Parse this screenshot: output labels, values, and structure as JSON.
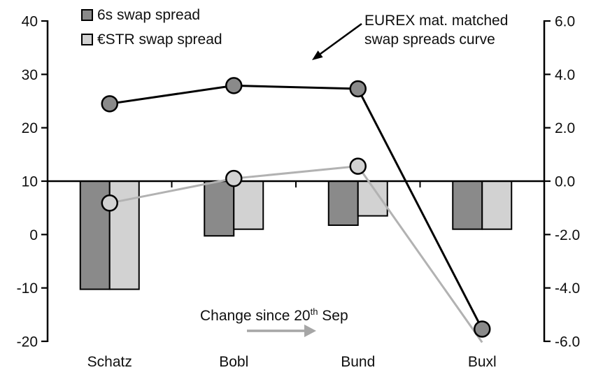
{
  "chart_data": {
    "type": "combo-bar-line",
    "categories": [
      "Schatz",
      "Bobl",
      "Bund",
      "Buxl"
    ],
    "left_axis": {
      "min": -20,
      "max": 40,
      "tick_values": [
        40,
        30,
        20,
        10,
        0,
        -10,
        -20
      ],
      "ticks": [
        "40",
        "30",
        "20",
        "10",
        "0",
        "-10",
        "-20"
      ]
    },
    "right_axis": {
      "min": -6,
      "max": 6,
      "tick_values": [
        6,
        4,
        2,
        0,
        -2,
        -4,
        -6
      ],
      "ticks": [
        "6.0",
        "4.0",
        "2.0",
        "0.0",
        "-2.0",
        "-4.0",
        "-6.0"
      ]
    },
    "axis_alignment_note": "right axis 0.0 aligns with left axis value 10; horizontal baseline drawn at that level",
    "line_series": [
      {
        "id": "6s",
        "name": "6s swap spread curve",
        "axis": "left",
        "color": "#000000",
        "marker_fill": "#8a8a8a",
        "values": [
          24.5,
          27.9,
          27.3,
          -17.7
        ],
        "marker_shown": [
          true,
          true,
          true,
          true
        ]
      },
      {
        "id": "estr",
        "name": "€STR swap spread curve",
        "axis": "left",
        "color": "#b2b2b2",
        "marker_fill": "#d2d2d2",
        "values": [
          5.9,
          10.5,
          12.8,
          -20.2
        ],
        "marker_shown": [
          true,
          true,
          true,
          false
        ]
      }
    ],
    "bar_series": [
      {
        "id": "6s",
        "name": "6s swap spread",
        "axis": "right",
        "color": "#8a8a8a",
        "values": [
          -4.05,
          -2.05,
          -1.65,
          -1.8
        ]
      },
      {
        "id": "estr",
        "name": "€STR swap spread",
        "axis": "right",
        "color": "#d2d2d2",
        "values": [
          -4.05,
          -1.8,
          -1.3,
          -1.8
        ]
      }
    ],
    "legend": {
      "items": [
        {
          "label": "6s swap spread",
          "color": "#8a8a8a"
        },
        {
          "label": "€STR swap spread",
          "color": "#d2d2d2"
        }
      ]
    },
    "annotations": {
      "curve_label": {
        "line1": "EUREX mat. matched",
        "line2": "swap spreads curve"
      },
      "bars_label": {
        "prefix": "Change since 20",
        "sup": "th",
        "suffix": " Sep"
      },
      "arrow_color_gray": "#a6a6a6",
      "arrow_color_black": "#000000"
    }
  }
}
